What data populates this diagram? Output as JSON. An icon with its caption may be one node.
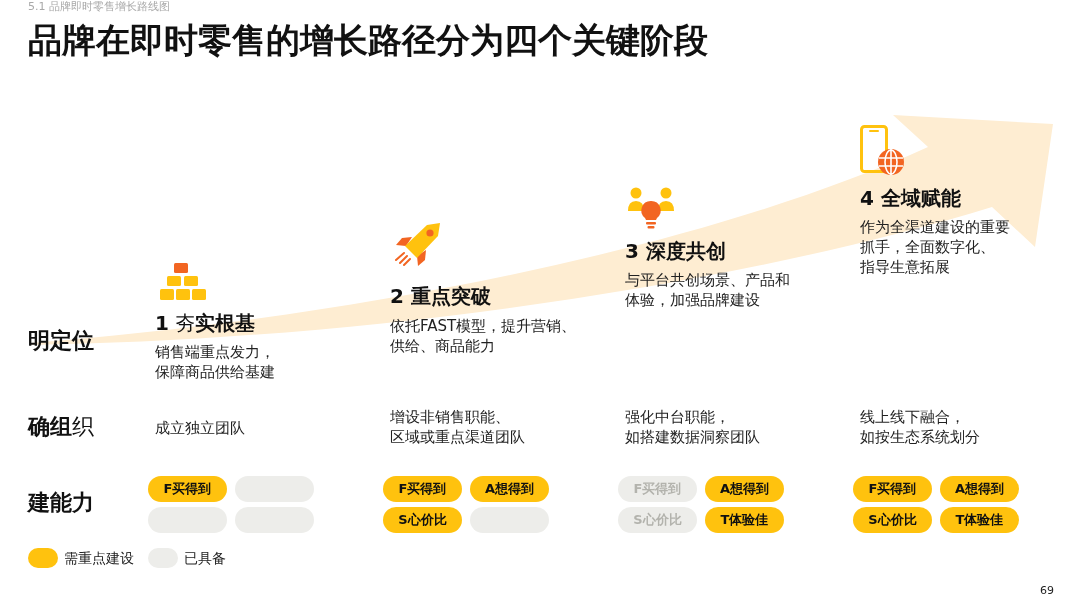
{
  "diagram": {
    "title": "品牌在即时零售的增长路径分为四个关键阶段",
    "nodes": [
      {
        "text": [
          "F买得到"
        ]
      },
      {
        "text": [],
        "shape": "box"
      },
      {
        "text": [
          "F买得到"
        ]
      },
      {
        "text": [
          "A想得到"
        ]
      },
      {
        "text": [
          "F买得到"
        ]
      },
      {
        "text": [
          "A想得到"
        ]
      },
      {
        "text": [
          "F买得到"
        ]
      },
      {
        "text": [
          "A想得到"
        ]
      },
      {
        "text": [],
        "shape": "box"
      },
      {
        "text": [],
        "shape": "box"
      },
      {
        "text": [
          "S心价比"
        ]
      },
      {
        "text": [],
        "shape": "box"
      },
      {
        "text": [
          "S心价比"
        ]
      },
      {
        "text": [
          "T体验佳"
        ]
      },
      {
        "text": [
          "S心价比"
        ]
      },
      {
        "text": [
          "T体验佳"
        ]
      }
    ],
    "labels": [
      "5.1 品牌即时零售增长路线图",
      "**1** 夯**实根基**",
      "销售端重点发力，保障商品供给基建",
      "2 重点突破",
      "依托FAST模型，提升营销、供给、商品能力",
      "3 深度共创",
      "与平台共创场景、产品和体验，加强品牌建设",
      "4 全域赋能",
      "作为全渠道建设的重要抓手，全面数字化、指导生意拓展",
      "明定位",
      "**确组**织",
      "成立独立团队",
      "增设非销售职能、区域或重点渠道团队",
      "强化中台职能，如搭建数据洞察团队",
      "线上线下融合，如按生态系统划分",
      "建能力",
      "69"
    ],
    "legend": [
      {
        "text": "需重点建设",
        "color": "#ffc20e"
      },
      {
        "text": "已具备",
        "color": "#ededea"
      }
    ]
  }
}
